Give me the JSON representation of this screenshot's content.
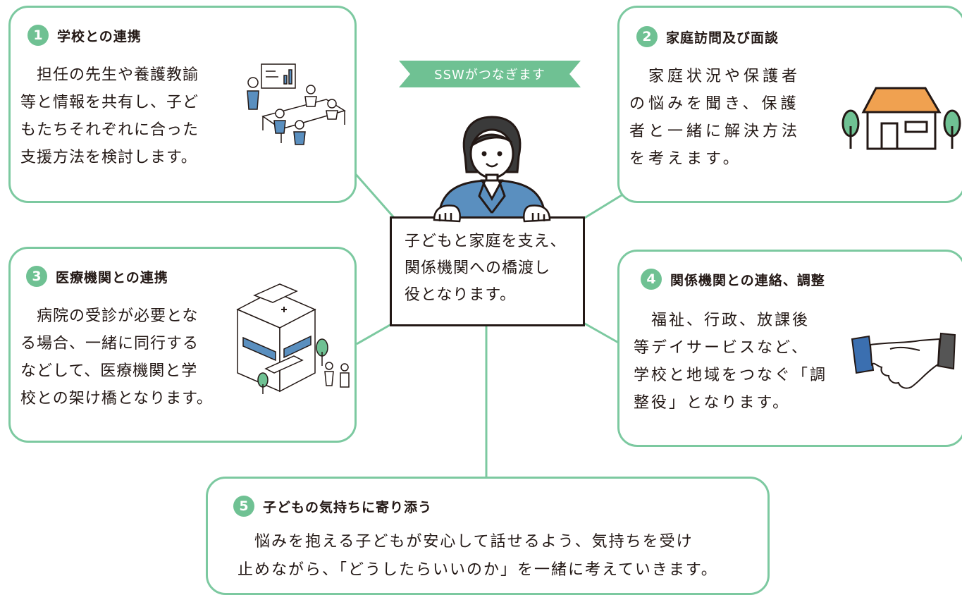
{
  "banner": {
    "text": "SSWがつなぎます"
  },
  "center": {
    "lines": [
      "子どもと家庭を支え、",
      "関係機関への橋渡し",
      "役となります。"
    ]
  },
  "cards": [
    {
      "number": "1",
      "title": "学校との連携",
      "lines": [
        "　担任の先生や養護教諭",
        "等と情報を共有し、子ど",
        "もたちそれぞれに合った",
        "支援方法を検討します。"
      ],
      "illustration": "school-meeting-illustration"
    },
    {
      "number": "2",
      "title": "家庭訪問及び面談",
      "lines": [
        "　家庭状況や保護者",
        "の悩みを聞き、保護",
        "者と一緒に解決方法",
        "を考えます。"
      ],
      "illustration": "house-illustration"
    },
    {
      "number": "3",
      "title": "医療機関との連携",
      "lines": [
        "　病院の受診が必要とな",
        "る場合、一緒に同行する",
        "などして、医療機関と学",
        "校との架け橋となります。"
      ],
      "illustration": "hospital-illustration"
    },
    {
      "number": "4",
      "title": "関係機関との連絡、調整",
      "lines": [
        "　福祉、行政、放課後",
        "等デイサービスなど、",
        "学校と地域をつなぐ「調",
        "整役」となります。"
      ],
      "illustration": "handshake-illustration"
    },
    {
      "number": "5",
      "title": "子どもの気持ちに寄り添う",
      "lines": [
        "　悩みを抱える子どもが安心して話せるよう、気持ちを受け",
        "止めながら、「どうしたらいいのか」を一緒に考えていきます。"
      ],
      "illustration": ""
    }
  ],
  "colors": {
    "accent": "#7cc9a0",
    "badge": "#6fc193",
    "text": "#231815",
    "house_roof": "#f0a150",
    "jacket": "#5a8fbf"
  }
}
